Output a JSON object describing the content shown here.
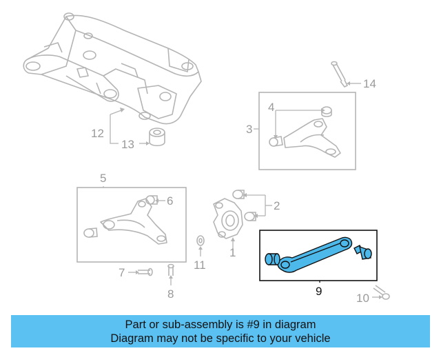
{
  "diagram": {
    "callouts": {
      "c1": "1",
      "c2": "2",
      "c3": "3",
      "c4": "4",
      "c5": "5",
      "c6": "6",
      "c7": "7",
      "c8": "8",
      "c9": "9",
      "c10": "10",
      "c11": "11",
      "c12": "12",
      "c13": "13",
      "c14": "14"
    },
    "highlight_part": "9",
    "colors": {
      "line_gray": "#b4b4b4",
      "text_gray": "#9a9a9a",
      "highlight": "#4db8ea",
      "outline_dark": "#111111"
    }
  },
  "banner": {
    "line1": "Part or sub-assembly is #9 in diagram",
    "line2": "Diagram may not be specific to your vehicle",
    "color": "#5bc1f2"
  }
}
